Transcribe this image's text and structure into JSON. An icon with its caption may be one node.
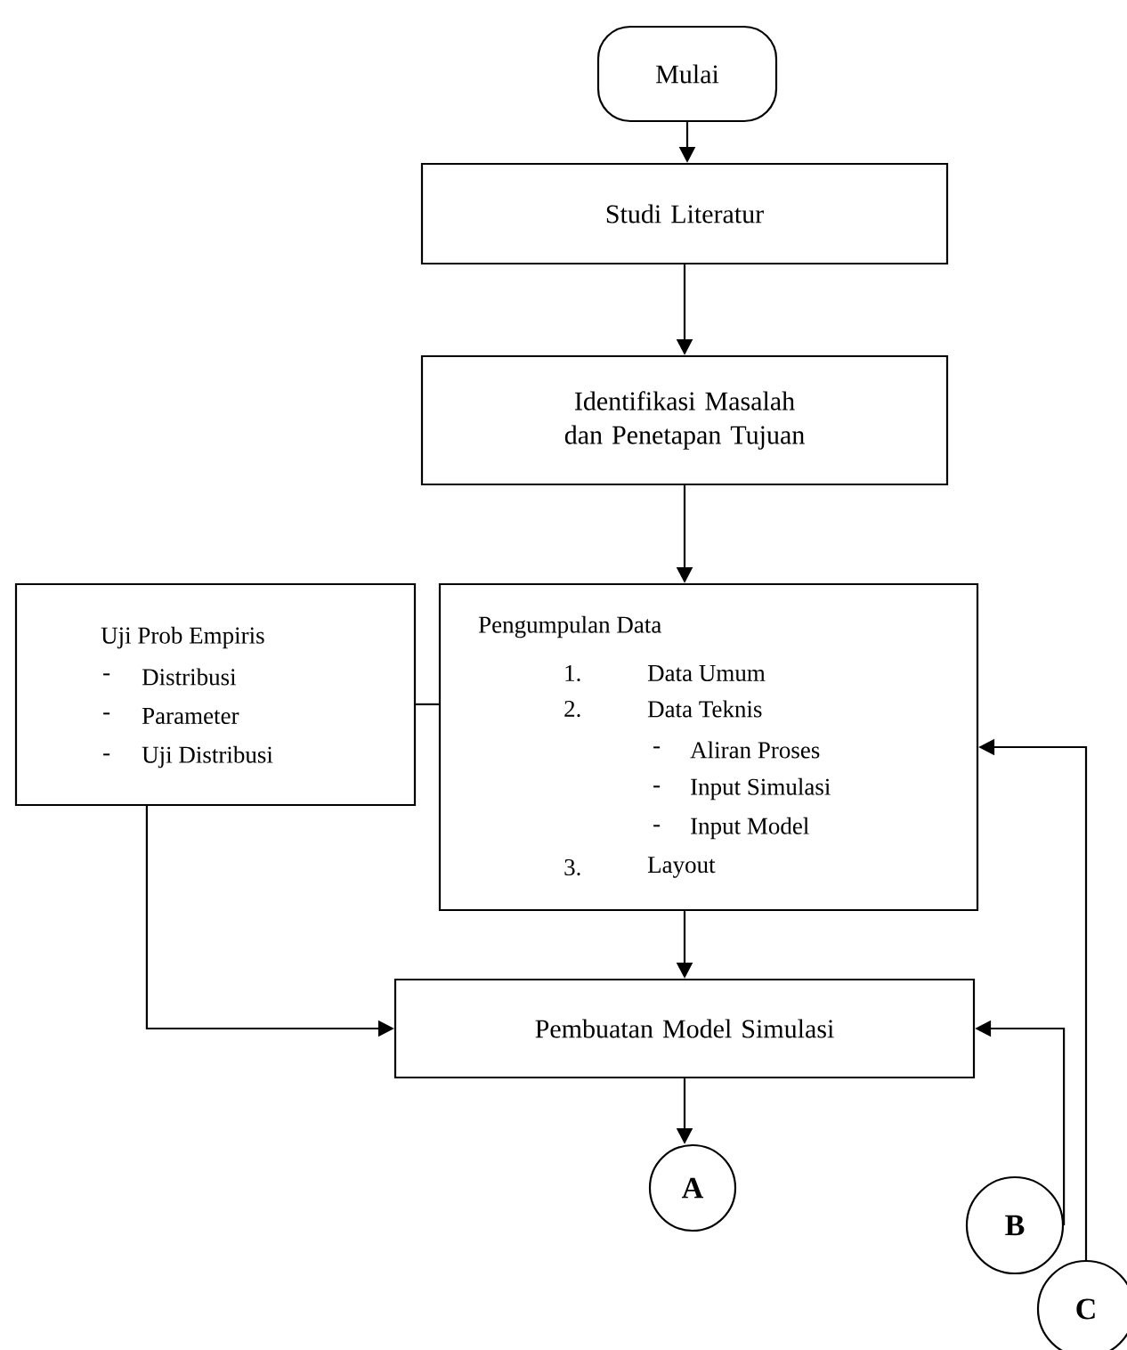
{
  "diagram": {
    "nodes": [
      {
        "text": [
          "Mulai"
        ]
      },
      {
        "text": [
          "Studi Literatur"
        ]
      },
      {
        "text": [
          "Identifikasi Masalah dan Penetapan Tujuan"
        ]
      },
      {
        "text": [
          "Pengumpulan Data",
          "1.",
          "Data Umum",
          "2.",
          "Data Teknis",
          "-",
          "Aliran Proses",
          "-",
          "Input Simulasi",
          "-",
          "Input Model",
          "3.",
          "Layout"
        ]
      },
      {
        "text": [
          "Uji Prob Empiris",
          "-",
          "Distribusi",
          "-",
          "Parameter",
          "-",
          "Uji Distribusi"
        ]
      },
      {
        "text": [
          "Pembuatan Model Simulasi"
        ]
      },
      {
        "text": [
          "A"
        ]
      },
      {
        "text": [
          "B"
        ]
      },
      {
        "text": [
          "C"
        ]
      }
    ],
    "edges": [
      {
        "from": 0,
        "to": 1,
        "arrow": "to"
      },
      {
        "from": 1,
        "to": 2,
        "arrow": "to"
      },
      {
        "from": 2,
        "to": 3,
        "arrow": "to"
      },
      {
        "from": 3,
        "to": 5,
        "arrow": "to"
      },
      {
        "from": 4,
        "to": 5,
        "arrow": "to"
      },
      {
        "from": 4,
        "to": 3,
        "arrow": "none"
      },
      {
        "from": 5,
        "to": 6,
        "arrow": "to"
      },
      {
        "from": 7,
        "to": 5,
        "arrow": "to"
      },
      {
        "from": 8,
        "to": 3,
        "arrow": "to"
      }
    ]
  }
}
